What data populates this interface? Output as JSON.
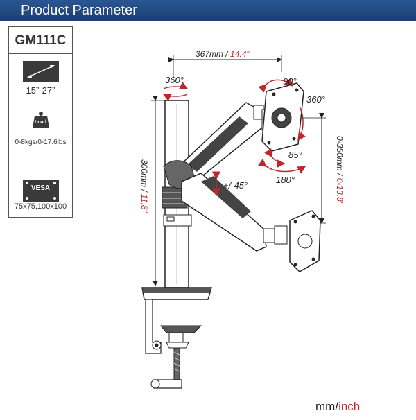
{
  "header": {
    "title": "Product Parameter"
  },
  "specs": {
    "model": "GM111C",
    "screen_size": "15”-27”",
    "load_label": "Load",
    "load_range": "0-8kgs/0-17.6lbs",
    "vesa_label": "VESA",
    "vesa_sizes": "75x75,100x100"
  },
  "dimensions": {
    "arm_length_mm": "367mm",
    "arm_length_in": "14.4”",
    "pole_height_mm": "300mm",
    "pole_height_in": "11.8”",
    "height_range_mm": "0-350mm",
    "height_range_in": "0-13.8”"
  },
  "angles": {
    "base_rotation": "360°",
    "head_rotation": "360°",
    "head_tilt": "90°",
    "tilt_down": "85°",
    "swivel": "180°",
    "arm_tilt": "+/-45°"
  },
  "units": {
    "mm": "mm",
    "separator": "/",
    "inch": "inch"
  },
  "colors": {
    "accent_red": "#c0272d",
    "header_blue": "#1f4680",
    "line": "#222222"
  }
}
